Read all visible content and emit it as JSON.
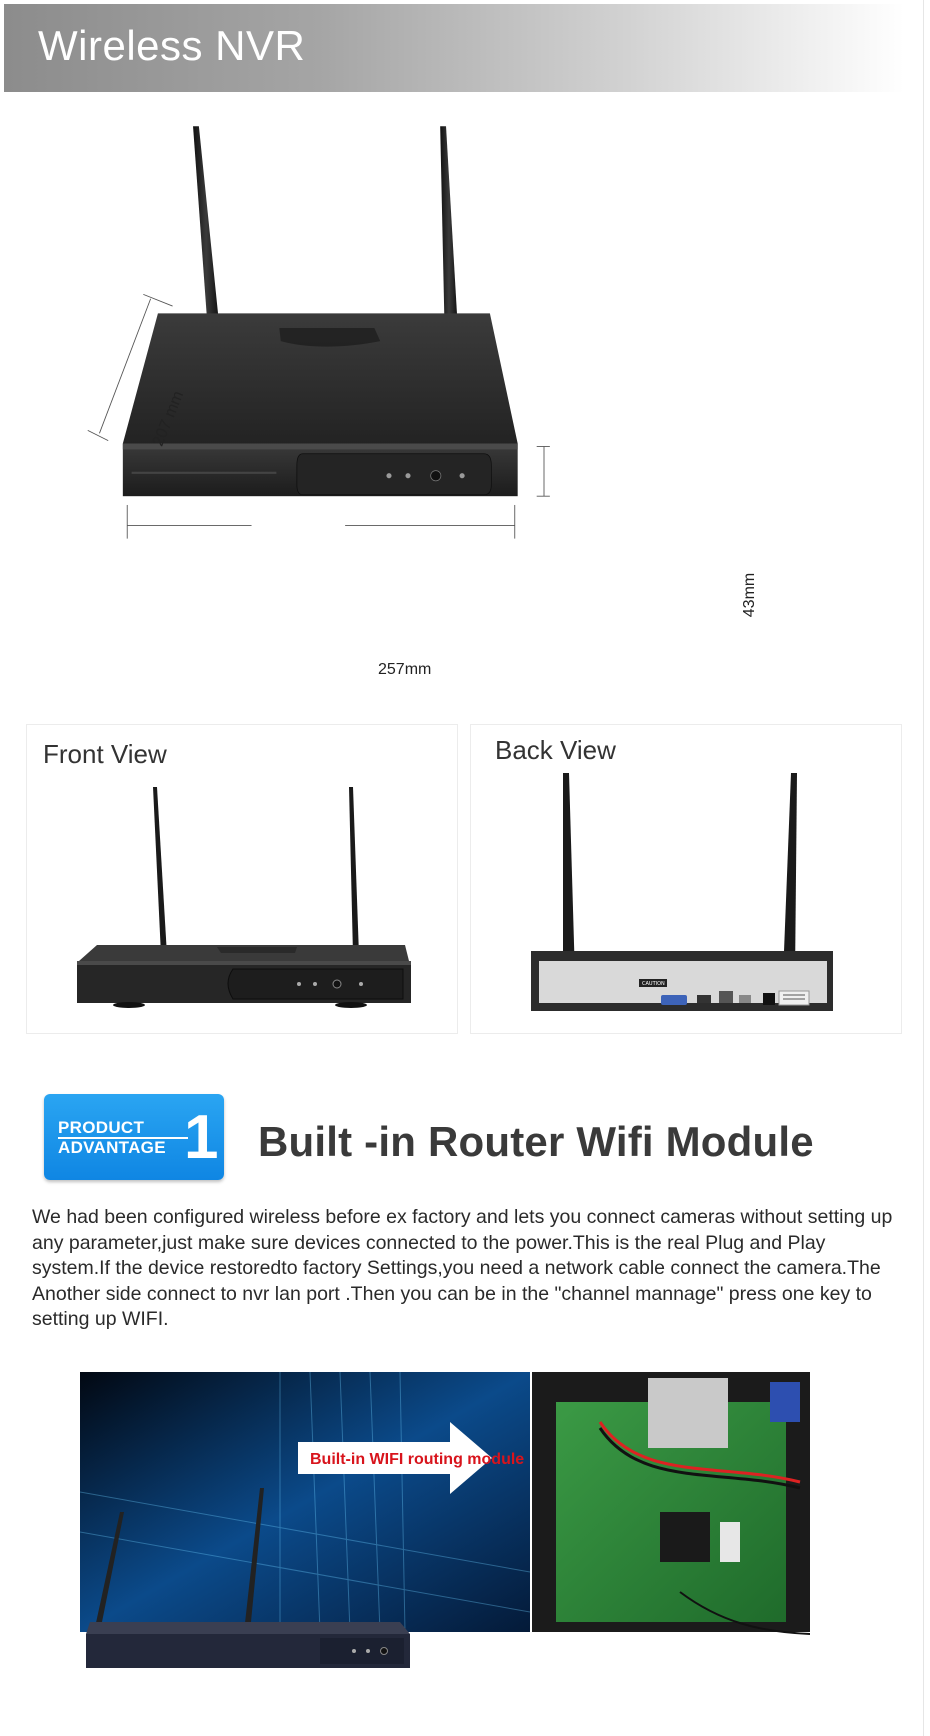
{
  "banner": {
    "title": "Wireless NVR"
  },
  "hero": {
    "depth_label": "207 mm",
    "height_label": "43mm",
    "width_label": "257mm"
  },
  "views": {
    "front": {
      "title": "Front View"
    },
    "back": {
      "title": "Back View",
      "caution_label": "CAUTION"
    }
  },
  "advantage": {
    "badge_line1": "PRODUCT",
    "badge_line2": "ADVANTAGE",
    "badge_number": "1",
    "heading": "Built -in Router Wifi Module",
    "body": "We had been configured wireless before ex factory and lets you connect cameras without setting up any parameter,just make sure devices connected to the power.This is the real Plug and Play system.If the device restoredto factory Settings,you need a network cable connect the camera.The Another side connect to nvr lan port .Then you can be in the \"channel mannage\" press one key to setting up WIFI."
  },
  "composite": {
    "callout": "Built-in WIFI routing module"
  },
  "colors": {
    "badge_blue": "#1593e8",
    "heading_gray": "#3a3a3a",
    "callout_red": "#d8141c"
  }
}
